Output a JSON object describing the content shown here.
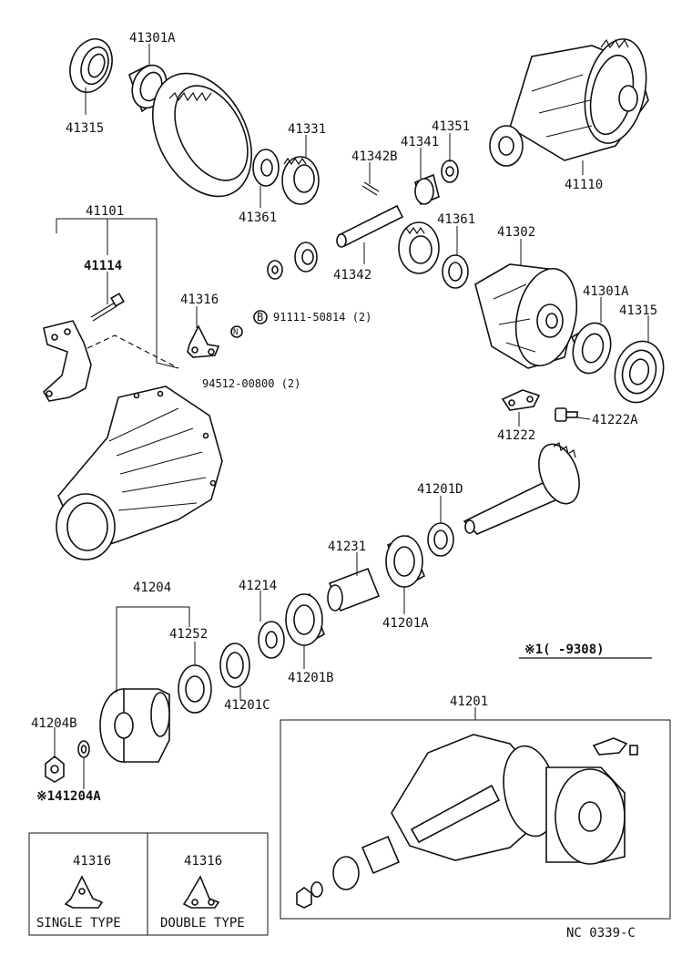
{
  "labels": {
    "p41301A_top": "41301A",
    "p41315_top": "41315",
    "p41331": "41331",
    "p41361_top": "41361",
    "p41342B": "41342B",
    "p41341": "41341",
    "p41351": "41351",
    "p41110": "41110",
    "p41101": "41101",
    "p41114": "41114",
    "p41316_main": "41316",
    "p41342": "41342",
    "p41361_mid": "41361",
    "p41302": "41302",
    "p41301A_mid": "41301A",
    "p41315_mid": "41315",
    "p91111": "91111-50814 (2)",
    "p94512": "94512-00800 (2)",
    "p41222": "41222",
    "p41222A": "41222A",
    "p41201D": "41201D",
    "p41231": "41231",
    "p41214": "41214",
    "p41204": "41204",
    "p41252": "41252",
    "p41201A": "41201A",
    "p41201B": "41201B",
    "p41201C": "41201C",
    "p41204B": "41204B",
    "p41204A": "※141204A",
    "p_range": "※1(       -9308)",
    "p41201_box": "41201",
    "code": "NC 0339-C"
  },
  "callout_symbols": {
    "bolt_circle": "B",
    "nut_circle": "N"
  },
  "legend": {
    "single": {
      "part": "41316",
      "caption": "SINGLE TYPE"
    },
    "double": {
      "part": "41316",
      "caption": "DOUBLE TYPE"
    }
  }
}
